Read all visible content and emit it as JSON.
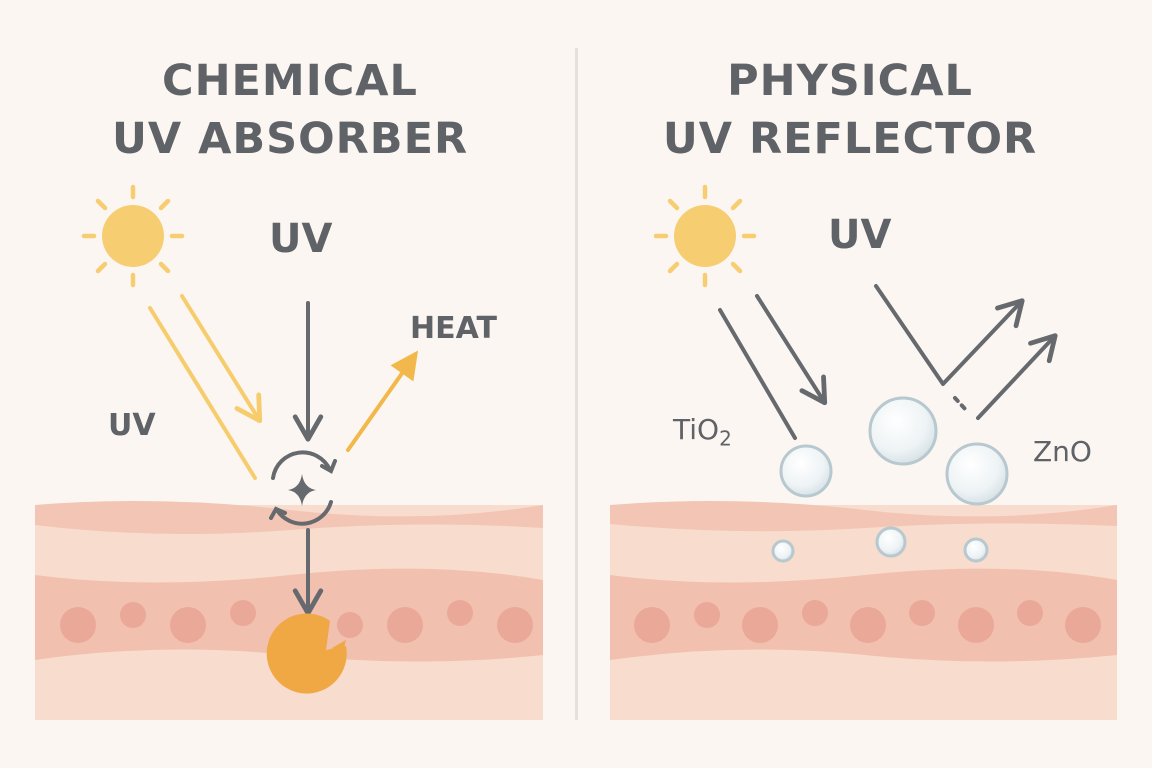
{
  "left_panel": {
    "title_line1": "CHEMICAL",
    "title_line2": "UV ABSORBER",
    "uv_top_label": "UV",
    "uv_side_label": "UV",
    "heat_label": "HEAT"
  },
  "right_panel": {
    "title_line1": "PHYSICAL",
    "title_line2": "UV REFLECTOR",
    "uv_top_label": "UV",
    "tio2_label": "TiO",
    "tio2_subscript": "2",
    "zno_label": "ZnO"
  },
  "colors": {
    "background": "#fbf6f1",
    "text": "#5f6266",
    "sun": "#f7cd72",
    "uv_arrow": "#f6cc6d",
    "heat_arrow": "#f3b84c",
    "grey_arrow": "#66696d",
    "skin_top": "#f2c5b4",
    "skin_light": "#f8dccd",
    "skin_mid": "#f2c0ae",
    "skin_dot": "#eaa898",
    "absorbed": "#f0a844",
    "particle": "#e8eff1"
  }
}
